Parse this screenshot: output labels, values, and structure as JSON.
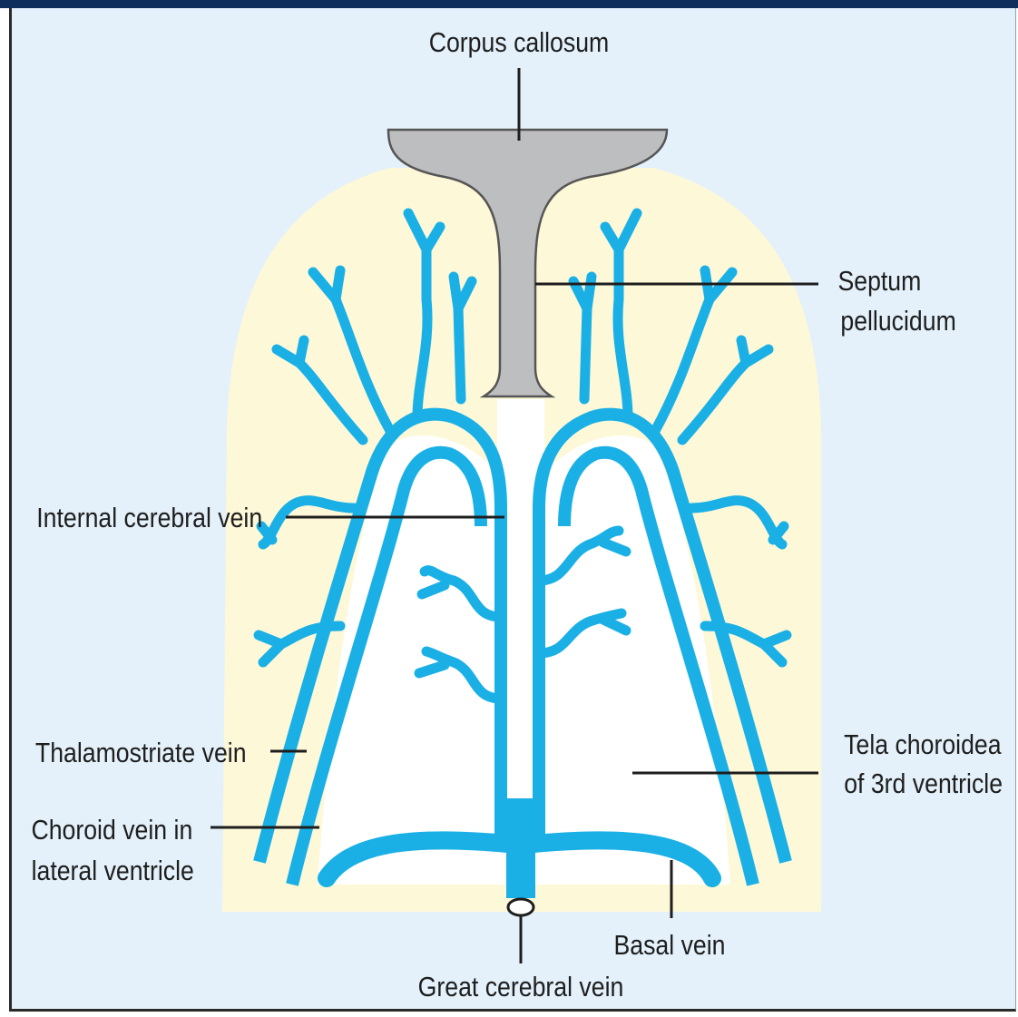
{
  "colors": {
    "frame_background": "#e4f1fa",
    "brain_tissue": "#fdf8d8",
    "tela_choroidea": "#ffffff",
    "veins": "#1ab0e6",
    "corpus_callosum": "#bdbebf",
    "label_text": "#1e1e1e"
  },
  "labels": {
    "corpus_callosum": "Corpus callosum",
    "septum_line1": "Septum",
    "septum_line2": "pellucidum",
    "internal_cerebral_vein": "Internal cerebral vein",
    "thalamostriate_vein": "Thalamostriate vein",
    "choroid_line1": "Choroid vein in",
    "choroid_line2": "lateral ventricle",
    "tela_line1": "Tela choroidea",
    "tela_line2": "of 3rd ventricle",
    "basal_vein": "Basal vein",
    "great_cerebral_vein": "Great cerebral vein"
  }
}
